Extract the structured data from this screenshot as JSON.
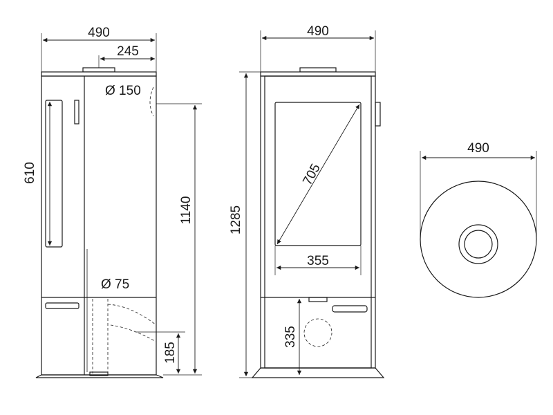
{
  "dimensions": {
    "side_width": "490",
    "side_half_width": "245",
    "flue_top_diameter": "Ø 150",
    "side_window_height": "610",
    "flue_center_height": "1140",
    "air_inlet_diameter": "Ø 75",
    "air_inlet_height": "185",
    "front_width": "490",
    "total_height": "1285",
    "glass_diagonal": "705",
    "glass_width": "355",
    "front_inlet_height": "335",
    "top_diameter": "490"
  },
  "colors": {
    "line": "#1a1a1a",
    "background": "#ffffff"
  }
}
